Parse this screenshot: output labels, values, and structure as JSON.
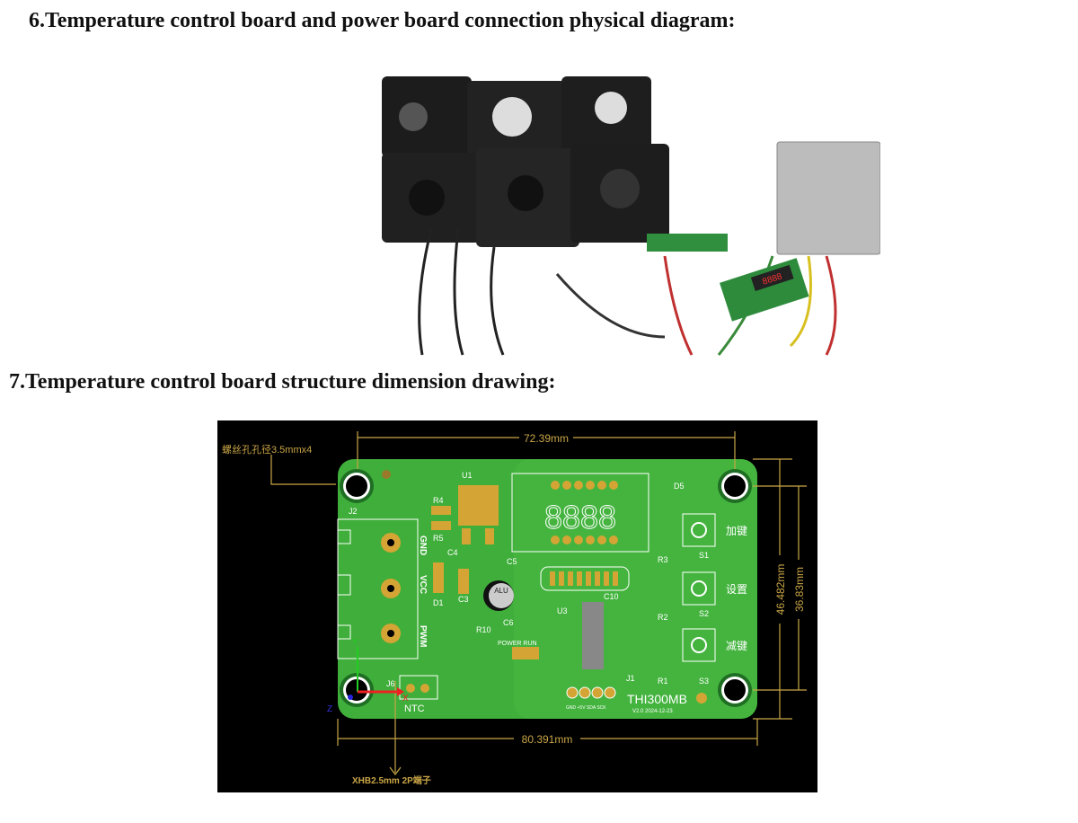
{
  "section6": {
    "heading": "6.Temperature control board and power board connection physical diagram:"
  },
  "section7": {
    "heading": "7.Temperature control board structure dimension drawing:"
  },
  "photo": {
    "display_readout": "8888"
  },
  "drawing": {
    "screw_hole_label": "螺丝孔孔径3.5mmx4",
    "width_top": "72.39mm",
    "width_bottom": "80.391mm",
    "height_outer": "46.482mm",
    "height_inner": "36.83mm",
    "connector_label": "XHB2.5mm 2P端子",
    "model": "THI300MB",
    "version": "V2.0 2024-12-23",
    "buttons": [
      "加键",
      "设置",
      "减键"
    ],
    "button_refs": [
      "S1",
      "S2",
      "S3"
    ],
    "terminal_pins": [
      "GND",
      "VCC",
      "PWM"
    ],
    "ntc_label": "NTC",
    "header_pins": "GND +5V SDA SCK",
    "leds": "POWER  RUN",
    "refs": {
      "j2": "J2",
      "j6": "J6",
      "j1": "J1",
      "u1": "U1",
      "u3": "U3",
      "d5": "D5",
      "d1": "D1",
      "r4": "R4",
      "r5": "R5",
      "c3": "C3",
      "c4": "C4",
      "c5": "C5",
      "c6": "C6",
      "c10": "C10",
      "r10": "R10",
      "alu": "ALU",
      "r1": "R1",
      "r2": "R2",
      "r3": "R3"
    },
    "axes": {
      "x": "X",
      "y": "Y",
      "z": "Z"
    }
  }
}
